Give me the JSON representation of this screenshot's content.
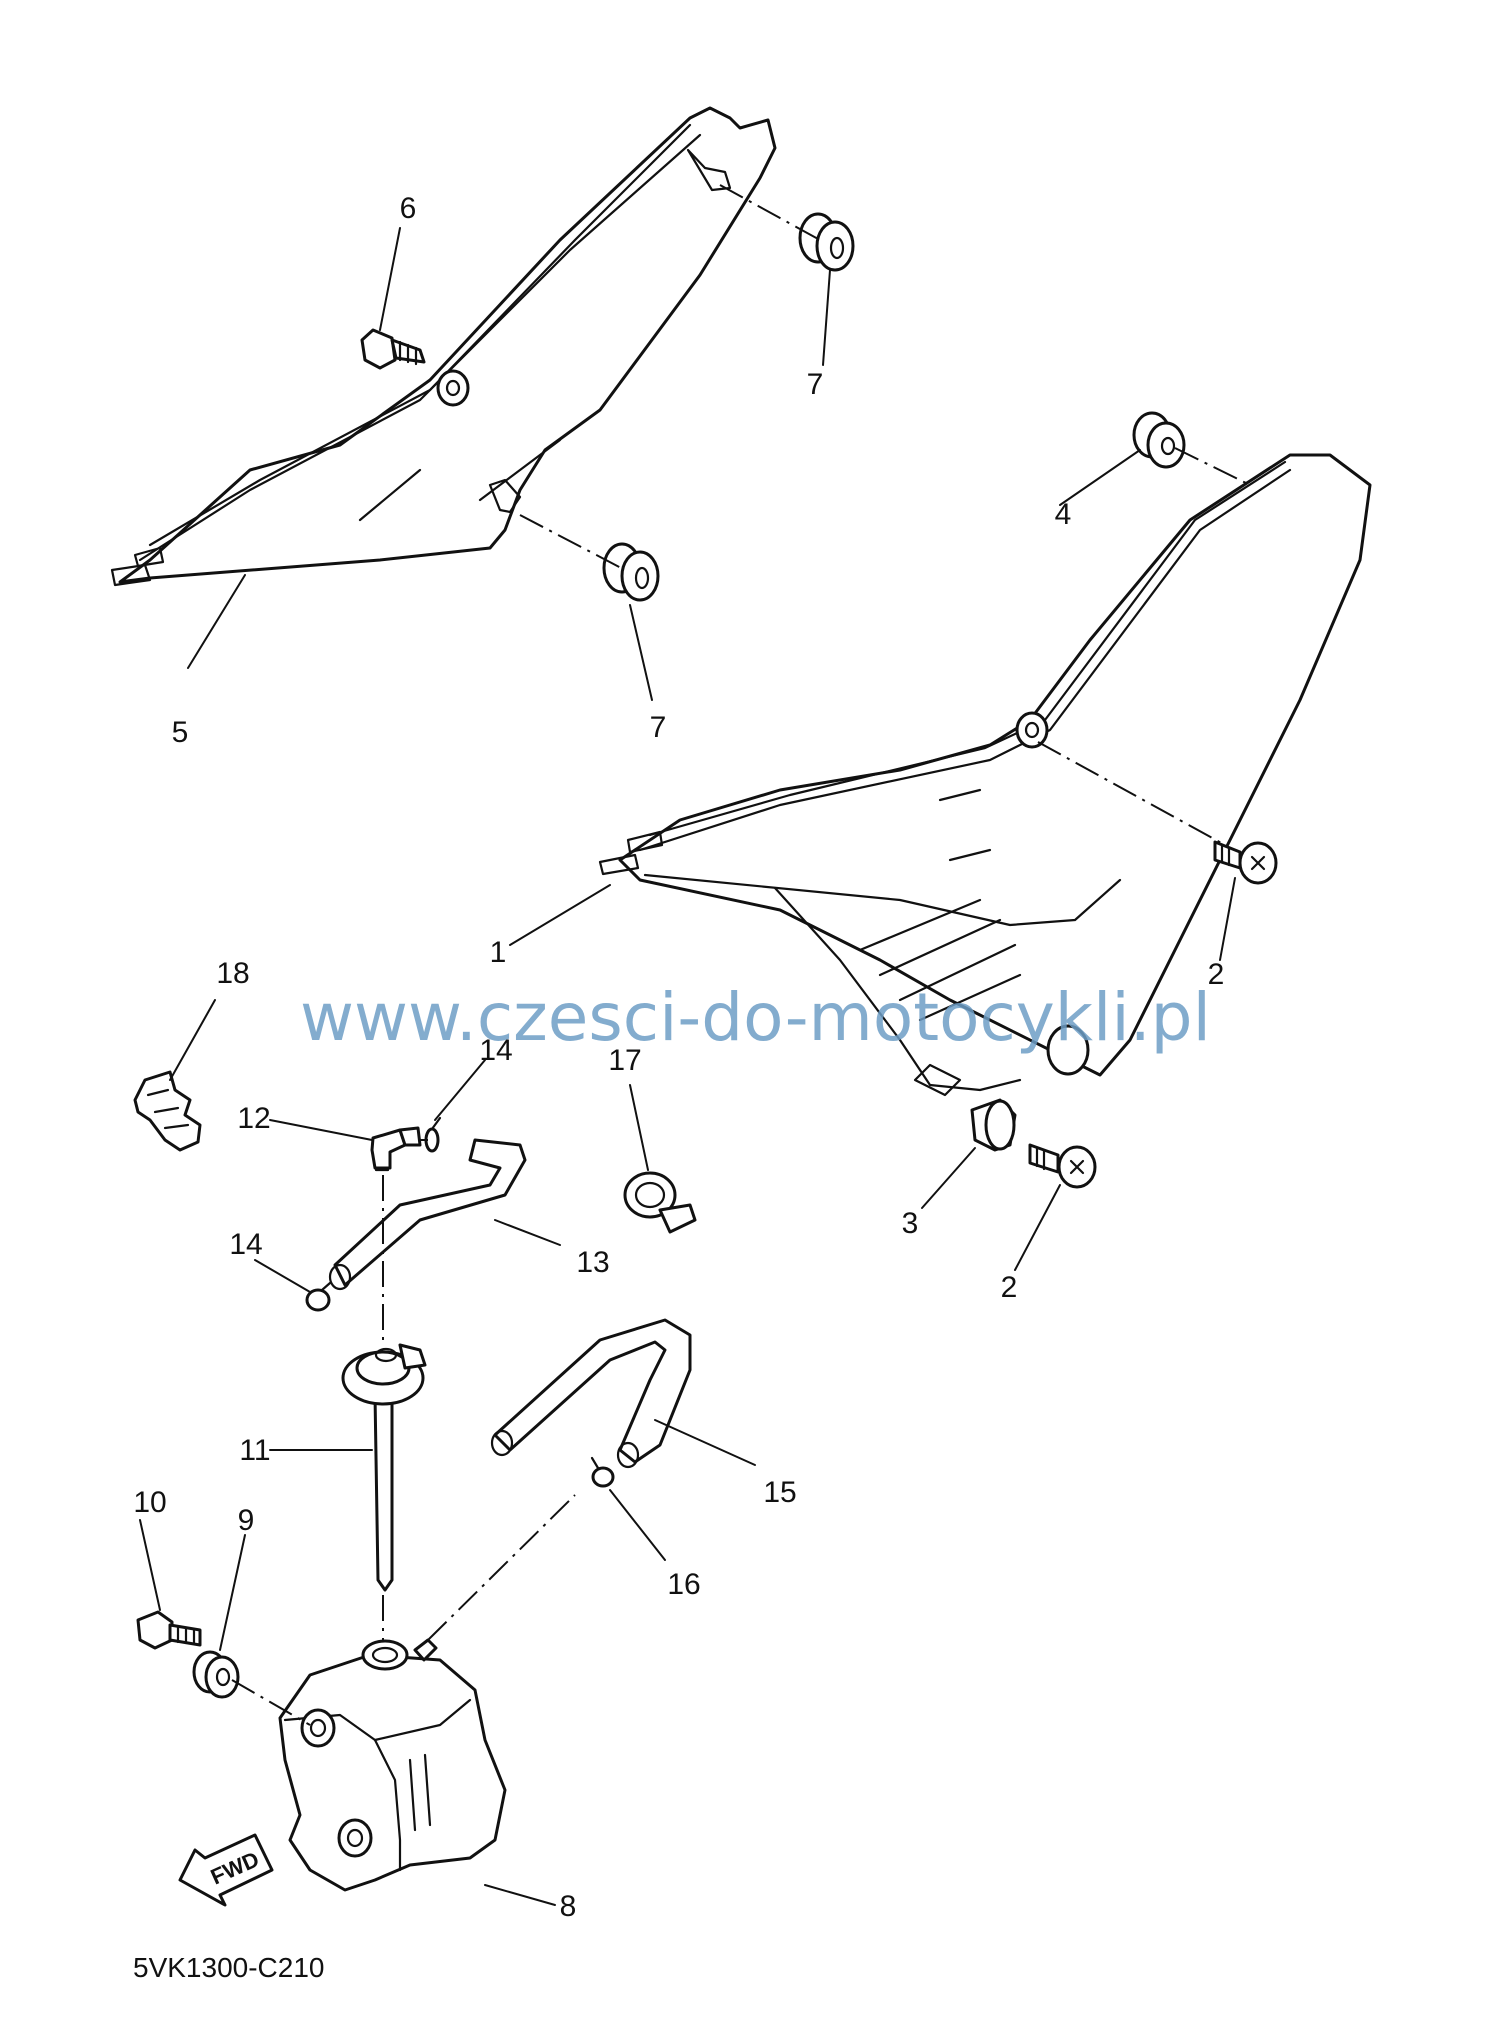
{
  "watermark": "www.czesci-do-motocykli.pl",
  "diagram_code": "5VK1300-C210",
  "fwd_label": "FWD",
  "callouts": [
    "1",
    "2",
    "2",
    "3",
    "4",
    "5",
    "6",
    "7",
    "7",
    "8",
    "9",
    "10",
    "11",
    "12",
    "13",
    "14",
    "14",
    "15",
    "16",
    "17",
    "18"
  ]
}
